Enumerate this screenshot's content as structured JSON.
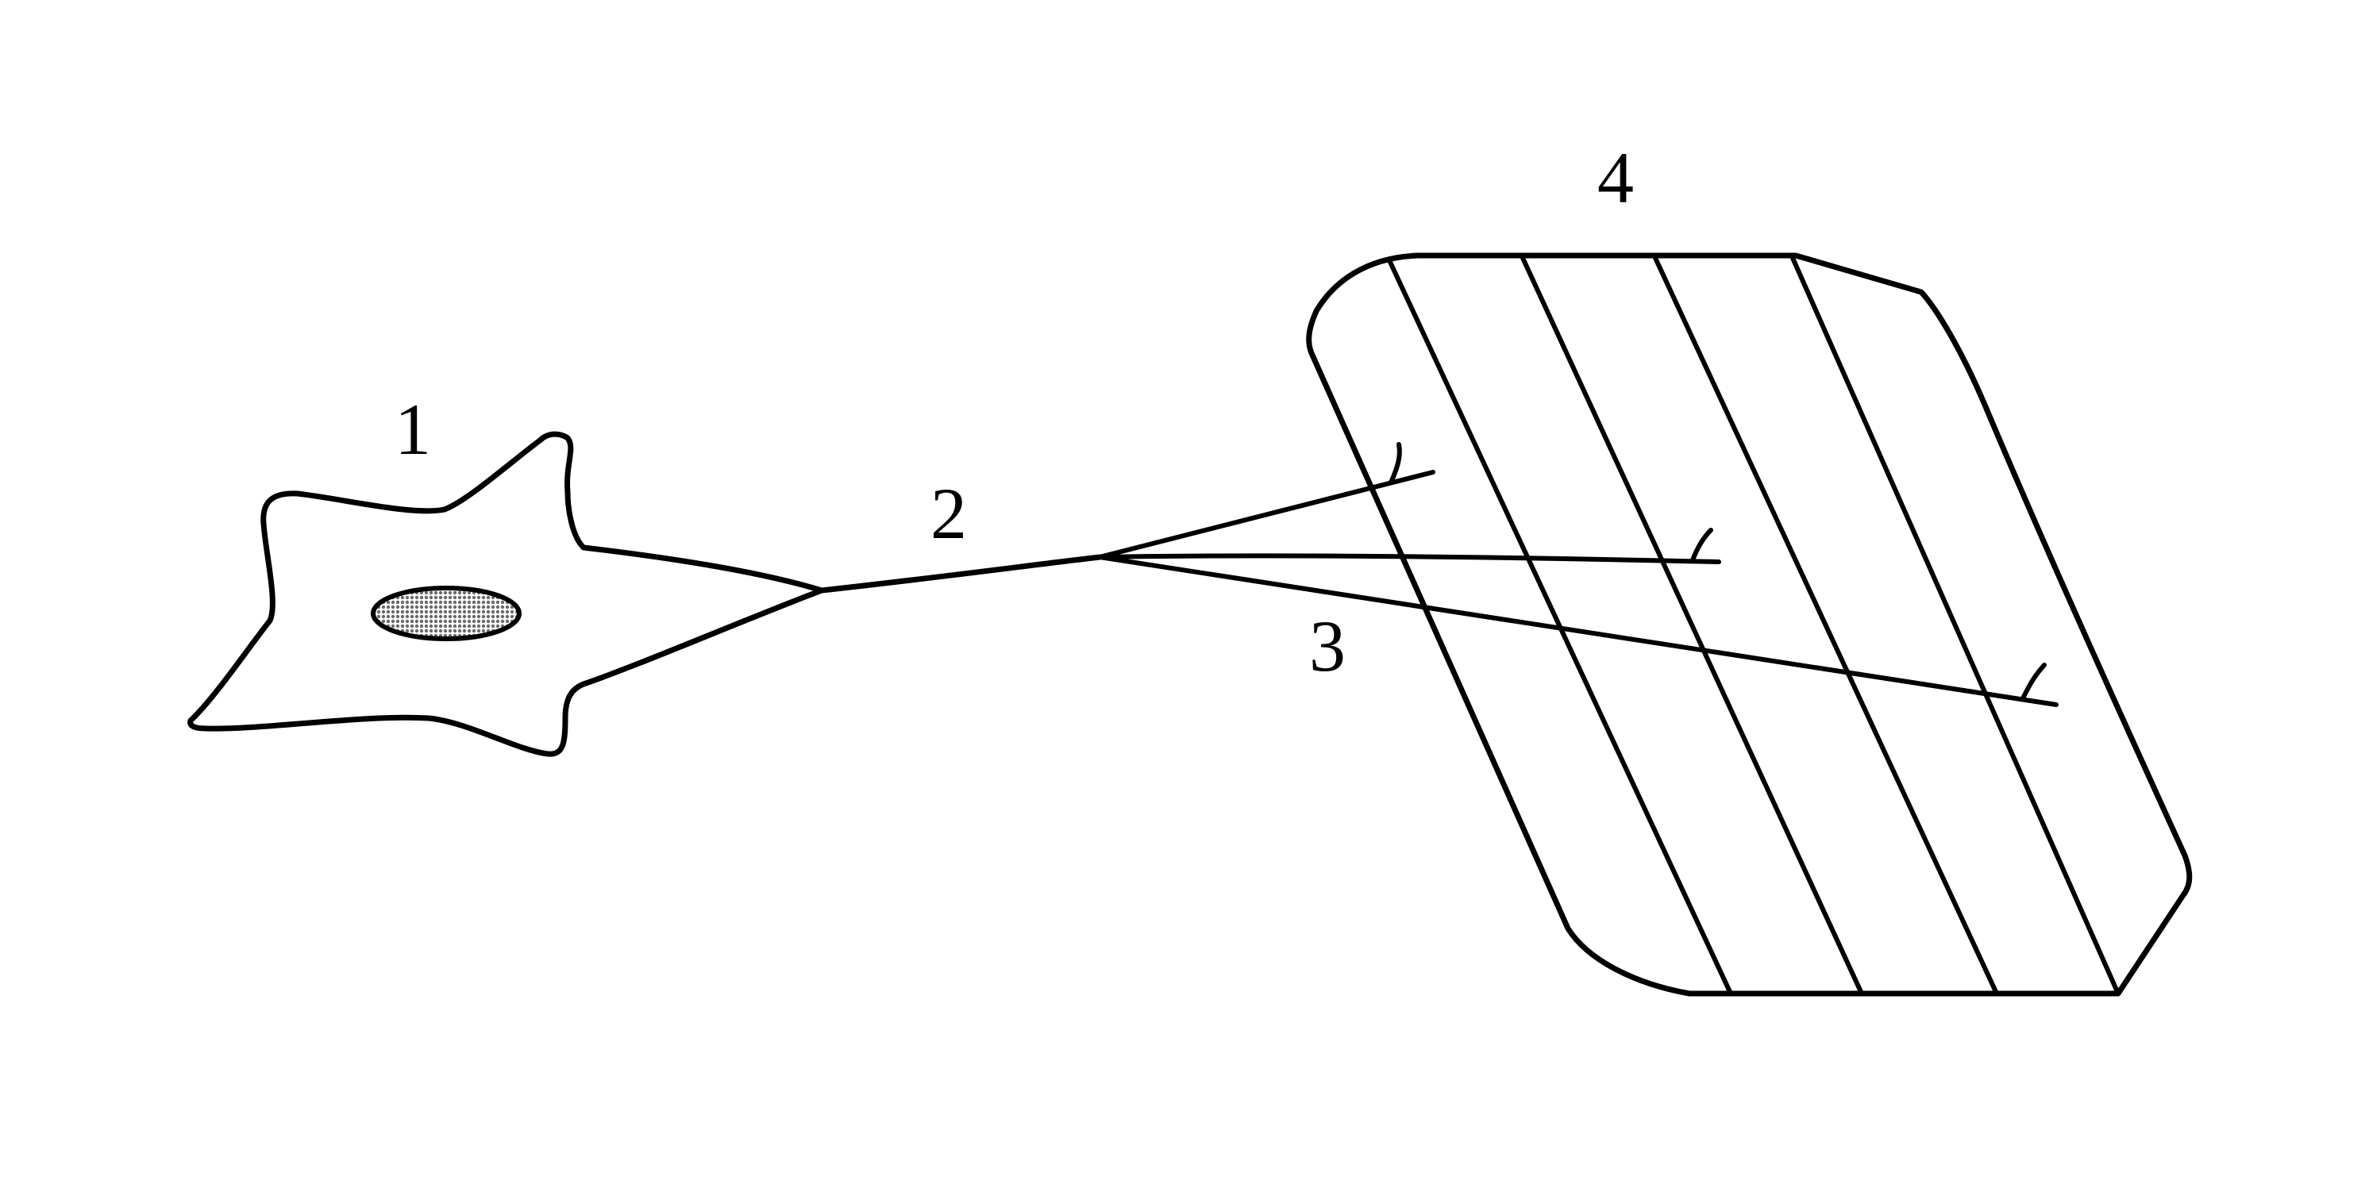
{
  "colors": {
    "stroke": "#000000",
    "background": "#ffffff",
    "nucleus_fill": "#b8b8b8"
  },
  "labels": {
    "cell_body": "1",
    "axon": "2",
    "axon_branches": "3",
    "target_tissue": "4"
  }
}
